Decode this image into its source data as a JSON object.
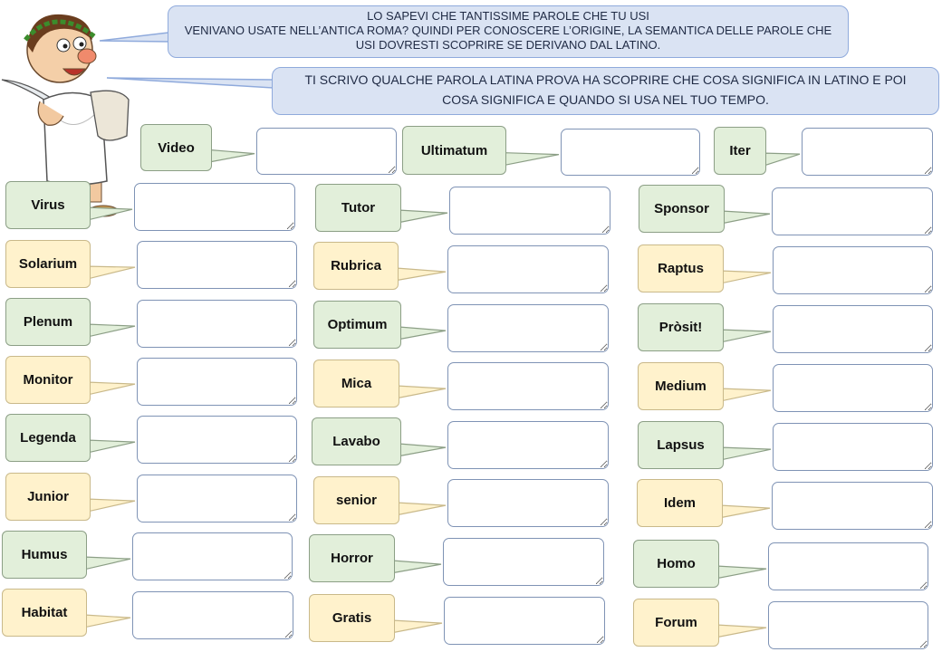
{
  "intro": {
    "lines": [
      "LO SAPEVI CHE TANTISSIME PAROLE CHE TU USI",
      "VENIVANO USATE NELL’ANTICA ROMA? QUINDI PER CONOSCERE L’ORIGINE, LA SEMANTICA DELLE PAROLE CHE",
      "USI DOVRESTI SCOPRIRE SE DERIVANO DAL LATINO."
    ]
  },
  "instruction": {
    "lines": [
      "TI SCRIVO QUALCHE PAROLA LATINA PROVA HA SCOPRIRE CHE COSA SIGNIFICA IN LATINO E POI",
      "COSA SIGNIFICA E QUANDO SI USA NEL TUO TEMPO."
    ]
  },
  "colors": {
    "green": "#e2efda",
    "yellow": "#fff2cc",
    "speech": "#dae3f3"
  },
  "words": [
    {
      "label": "Video",
      "color": "green"
    },
    {
      "label": "Ultimatum",
      "color": "green"
    },
    {
      "label": "Iter",
      "color": "green"
    },
    {
      "label": "Virus",
      "color": "green"
    },
    {
      "label": "Tutor",
      "color": "green"
    },
    {
      "label": "Sponsor",
      "color": "green"
    },
    {
      "label": "Solarium",
      "color": "yellow"
    },
    {
      "label": "Rubrica",
      "color": "yellow"
    },
    {
      "label": "Raptus",
      "color": "yellow"
    },
    {
      "label": "Plenum",
      "color": "green"
    },
    {
      "label": "Optimum",
      "color": "green"
    },
    {
      "label": "Pròsit!",
      "color": "green"
    },
    {
      "label": "Monitor",
      "color": "yellow"
    },
    {
      "label": "Mica",
      "color": "yellow"
    },
    {
      "label": "Medium",
      "color": "yellow"
    },
    {
      "label": "Legenda",
      "color": "green"
    },
    {
      "label": "Lavabo",
      "color": "green"
    },
    {
      "label": "Lapsus",
      "color": "green"
    },
    {
      "label": "Junior",
      "color": "yellow"
    },
    {
      "label": "senior",
      "color": "yellow"
    },
    {
      "label": "Idem",
      "color": "yellow"
    },
    {
      "label": "Humus",
      "color": "green"
    },
    {
      "label": "Horror",
      "color": "green"
    },
    {
      "label": "Homo",
      "color": "green"
    },
    {
      "label": "Habitat",
      "color": "yellow"
    },
    {
      "label": "Gratis",
      "color": "yellow"
    },
    {
      "label": "Forum",
      "color": "yellow"
    }
  ],
  "icons": {
    "character": "roman-character-icon"
  }
}
